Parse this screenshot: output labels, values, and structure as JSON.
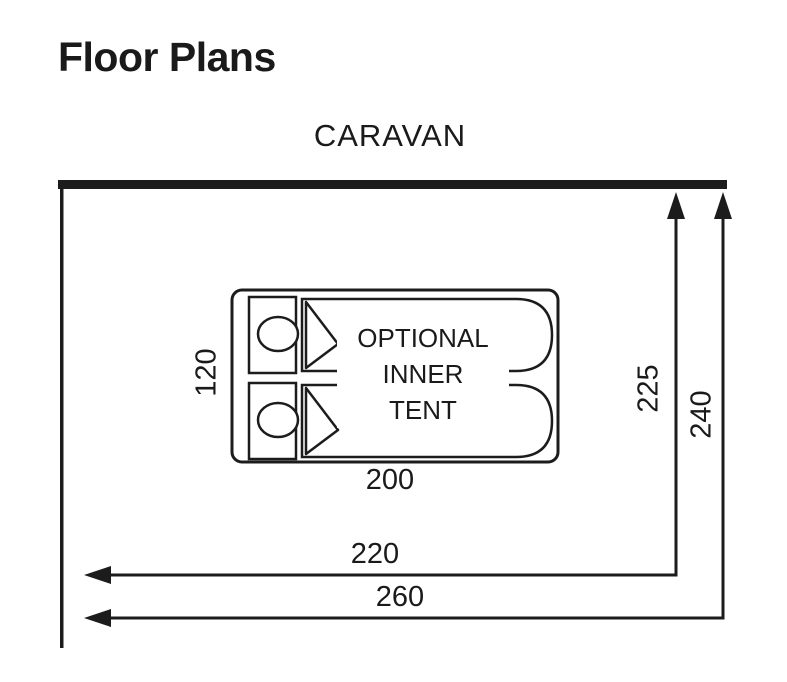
{
  "title": "Floor Plans",
  "plan": {
    "label": "CARAVAN",
    "inner_tent": {
      "line1": "OPTIONAL",
      "line2": "INNER",
      "line3": "TENT"
    },
    "dimensions": {
      "tent_width": "120",
      "tent_length": "200",
      "depth_inner": "225",
      "depth_outer": "240",
      "width_inner": "220",
      "width_outer": "260"
    }
  },
  "colors": {
    "line": "#1c1c1c"
  }
}
